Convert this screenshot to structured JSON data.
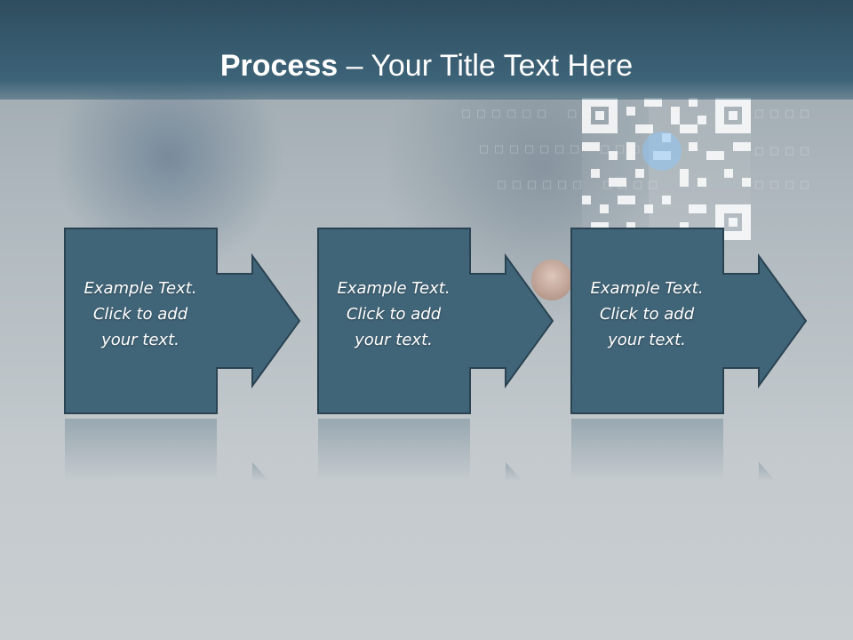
{
  "slide": {
    "title_bold": "Process",
    "title_rest": " – Your Title Text Here"
  },
  "steps": [
    {
      "line1": "Example Text.",
      "line2": "Click  to add",
      "line3": "your text."
    },
    {
      "line1": "Example Text.",
      "line2": "Click  to add",
      "line3": "your text."
    },
    {
      "line1": "Example Text.",
      "line2": "Click  to add",
      "line3": "your text."
    }
  ],
  "colors": {
    "header": "#2e4d5f",
    "box_fill": "#416578",
    "box_stroke": "#2a4352",
    "text": "#ffffff"
  }
}
